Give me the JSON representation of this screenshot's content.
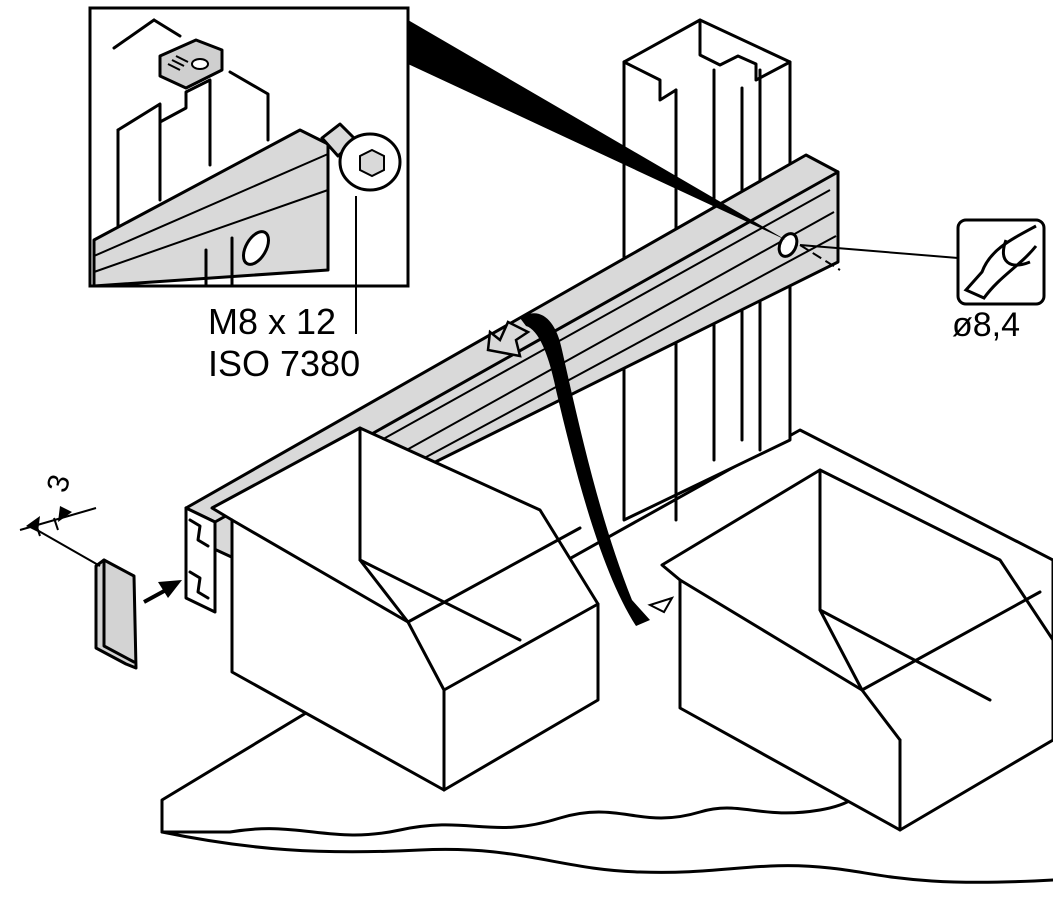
{
  "labels": {
    "screw_size": "M8 x 12",
    "screw_standard": "ISO 7380",
    "drill_diameter": "ø8,4",
    "cap_thickness": "3"
  },
  "icons": {
    "drill_bit": "drill-bit-icon",
    "insert_arrow": "insert-arrow-icon",
    "push_arrow": "push-arrow-icon"
  },
  "colors": {
    "line": "#000000",
    "profile_fill": "#d9d9d9",
    "part_fill": "#ffffff",
    "cap_fill": "#d3d3d3",
    "strip": "#000000"
  }
}
